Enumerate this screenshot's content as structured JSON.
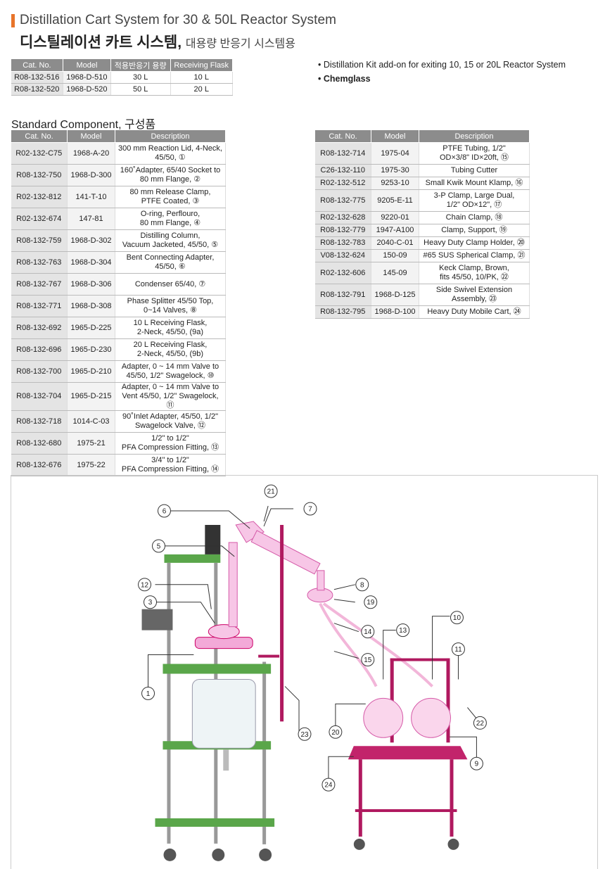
{
  "header": {
    "title_en": "Distillation Cart System for 30 & 50L Reactor System",
    "title_ko": "디스틸레이션 카트 시스템,",
    "title_ko_sub": "대용량 반응기 시스템용",
    "accent_color": "#e8742a"
  },
  "notes": [
    "• Distillation Kit add-on for exiting 10, 15 or 20L Reactor System",
    "• Chemglass"
  ],
  "models_table": {
    "headers": [
      "Cat. No.",
      "Model",
      "적용반응기 용량",
      "Receiving Flask"
    ],
    "rows": [
      [
        "R08-132-516",
        "1968-D-510",
        "30 L",
        "10 L"
      ],
      [
        "R08-132-520",
        "1968-D-520",
        "50 L",
        "20 L"
      ]
    ]
  },
  "section_title": "Standard Component, 구성품",
  "components_headers": [
    "Cat. No.",
    "Model",
    "Description"
  ],
  "components_left": [
    [
      "R02-132-C75",
      "1968-A-20",
      "300 mm Reaction Lid, 4-Neck,",
      "45/50, ①"
    ],
    [
      "R08-132-750",
      "1968-D-300",
      "160˚Adapter, 65/40 Socket to",
      "80 mm Flange, ②"
    ],
    [
      "R02-132-812",
      "141-T-10",
      "80 mm Release Clamp,",
      "PTFE Coated, ③"
    ],
    [
      "R02-132-674",
      "147-81",
      "O-ring, Perflouro,",
      "80 mm Flange, ④"
    ],
    [
      "R08-132-759",
      "1968-D-302",
      "Distilling Column,",
      "Vacuum Jacketed, 45/50, ⑤"
    ],
    [
      "R08-132-763",
      "1968-D-304",
      "Bent Connecting Adapter,",
      "45/50, ⑥"
    ],
    [
      "R08-132-767",
      "1968-D-306",
      "Condenser 65/40, ⑦",
      ""
    ],
    [
      "R08-132-771",
      "1968-D-308",
      "Phase Splitter 45/50 Top,",
      "0~14 Valves, ⑧"
    ],
    [
      "R08-132-692",
      "1965-D-225",
      "10 L Receiving Flask,",
      "2-Neck, 45/50, (9a)"
    ],
    [
      "R08-132-696",
      "1965-D-230",
      "20 L Receiving Flask,",
      "2-Neck, 45/50, (9b)"
    ],
    [
      "R08-132-700",
      "1965-D-210",
      "Adapter, 0 ~ 14 mm Valve to",
      "45/50, 1/2\" Swagelock, ⑩"
    ],
    [
      "R08-132-704",
      "1965-D-215",
      "Adapter, 0 ~ 14 mm Valve to",
      "Vent 45/50, 1/2\" Swagelock, ⑪"
    ],
    [
      "R08-132-718",
      "1014-C-03",
      "90˚Inlet Adapter, 45/50, 1/2\"",
      "Swagelock Valve, ⑫"
    ],
    [
      "R08-132-680",
      "1975-21",
      "1/2\" to 1/2\"",
      "PFA Compression Fitting, ⑬"
    ],
    [
      "R08-132-676",
      "1975-22",
      "3/4\" to 1/2\"",
      "PFA Compression Fitting, ⑭"
    ]
  ],
  "components_right": [
    [
      "R08-132-714",
      "1975-04",
      "PTFE Tubing, 1/2\"",
      "OD×3/8\" ID×20ft, ⑮"
    ],
    [
      "C26-132-110",
      "1975-30",
      "Tubing Cutter",
      ""
    ],
    [
      "R02-132-512",
      "9253-10",
      "Small Kwik Mount Klamp, ⑯",
      ""
    ],
    [
      "R08-132-775",
      "9205-E-11",
      "3-P Clamp, Large Dual,",
      "1/2\" OD×12\", ⑰"
    ],
    [
      "R02-132-628",
      "9220-01",
      "Chain Clamp, ⑱",
      ""
    ],
    [
      "R08-132-779",
      "1947-A100",
      "Clamp, Support, ⑲",
      ""
    ],
    [
      "R08-132-783",
      "2040-C-01",
      "Heavy Duty Clamp Holder, ⑳",
      ""
    ],
    [
      "V08-132-624",
      "150-09",
      "#65 SUS Spherical Clamp, ㉑",
      ""
    ],
    [
      "R02-132-606",
      "145-09",
      "Keck Clamp, Brown,",
      "fits 45/50, 10/PK, ㉒"
    ],
    [
      "R08-132-791",
      "1968-D-125",
      "Side Swivel Extension",
      "Assembly, ㉓"
    ],
    [
      "R08-132-795",
      "1968-D-100",
      "Heavy Duty Mobile Cart, ㉔",
      ""
    ]
  ],
  "diagram": {
    "callouts": [
      "21",
      "6",
      "7",
      "5",
      "8",
      "12",
      "19",
      "3",
      "14",
      "13",
      "15",
      "10",
      "11",
      "1",
      "23",
      "20",
      "22",
      "9",
      "24"
    ]
  }
}
